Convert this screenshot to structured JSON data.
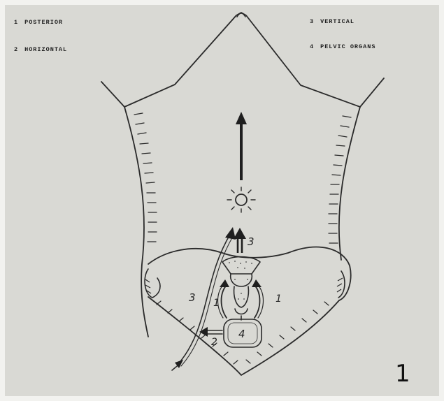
{
  "legend": [
    {
      "number": "1",
      "label": "POSTERIOR"
    },
    {
      "number": "2",
      "label": "HORIZONTAL"
    },
    {
      "number": "3",
      "label": "VERTICAL"
    },
    {
      "number": "4",
      "label": "PELVIC ORGANS"
    }
  ],
  "labels": {
    "outer_vertical": "3",
    "inner_vertical": "3",
    "posterior_left": "1",
    "posterior_right": "1",
    "horizontal": "2",
    "organs": "4"
  },
  "figure_number": "1",
  "colors": {
    "paper": "#d9d9d4",
    "ink": "#2a2a2a"
  }
}
